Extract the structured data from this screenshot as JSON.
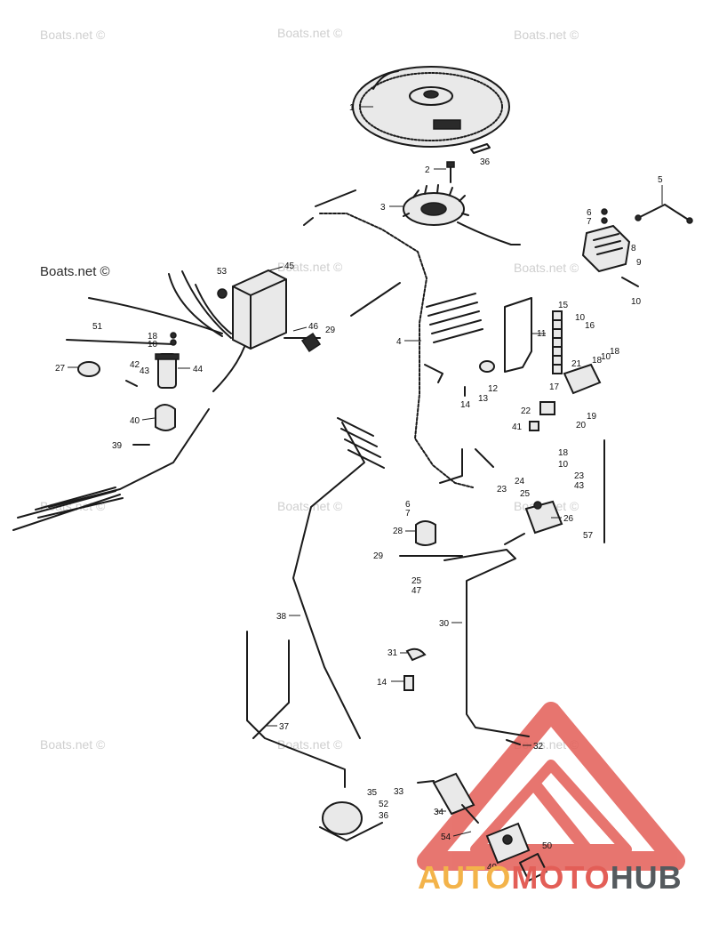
{
  "watermarks": [
    "Boats.net ©",
    "Boats.net ©",
    "Boats.net ©",
    "Boats.net ©",
    "Boats.net ©",
    "Boats.net ©",
    "Boats.net ©",
    "Boats.net ©",
    "Boats.net ©",
    "Boats.net ©",
    "Boats.net ©",
    "Boats.net ©"
  ],
  "watermark_bold": "Boats.net ©",
  "logo": {
    "part1": "AUTO",
    "part2": "MOTO",
    "part3": "HUB"
  },
  "callouts": [
    "1",
    "36",
    "2",
    "3",
    "5",
    "6",
    "7",
    "8",
    "9",
    "10",
    "53",
    "45",
    "46",
    "29",
    "4",
    "51",
    "18",
    "10",
    "27",
    "42",
    "43",
    "44",
    "40",
    "39",
    "15",
    "10",
    "16",
    "11",
    "13",
    "12",
    "14",
    "17",
    "21",
    "18",
    "10",
    "18",
    "22",
    "41",
    "20",
    "19",
    "18",
    "10",
    "23",
    "43",
    "24",
    "23",
    "25",
    "26",
    "57",
    "6",
    "7",
    "28",
    "29",
    "25",
    "47",
    "30",
    "38",
    "31",
    "14",
    "37",
    "32",
    "33",
    "35",
    "52",
    "36",
    "34",
    "54",
    "50",
    "49"
  ],
  "colors": {
    "line": "#1a1a1a",
    "watermark": "#cfcfcf",
    "logo_orange": "#f3b34a",
    "logo_red": "#e35e57",
    "logo_gray": "#555a5e"
  }
}
